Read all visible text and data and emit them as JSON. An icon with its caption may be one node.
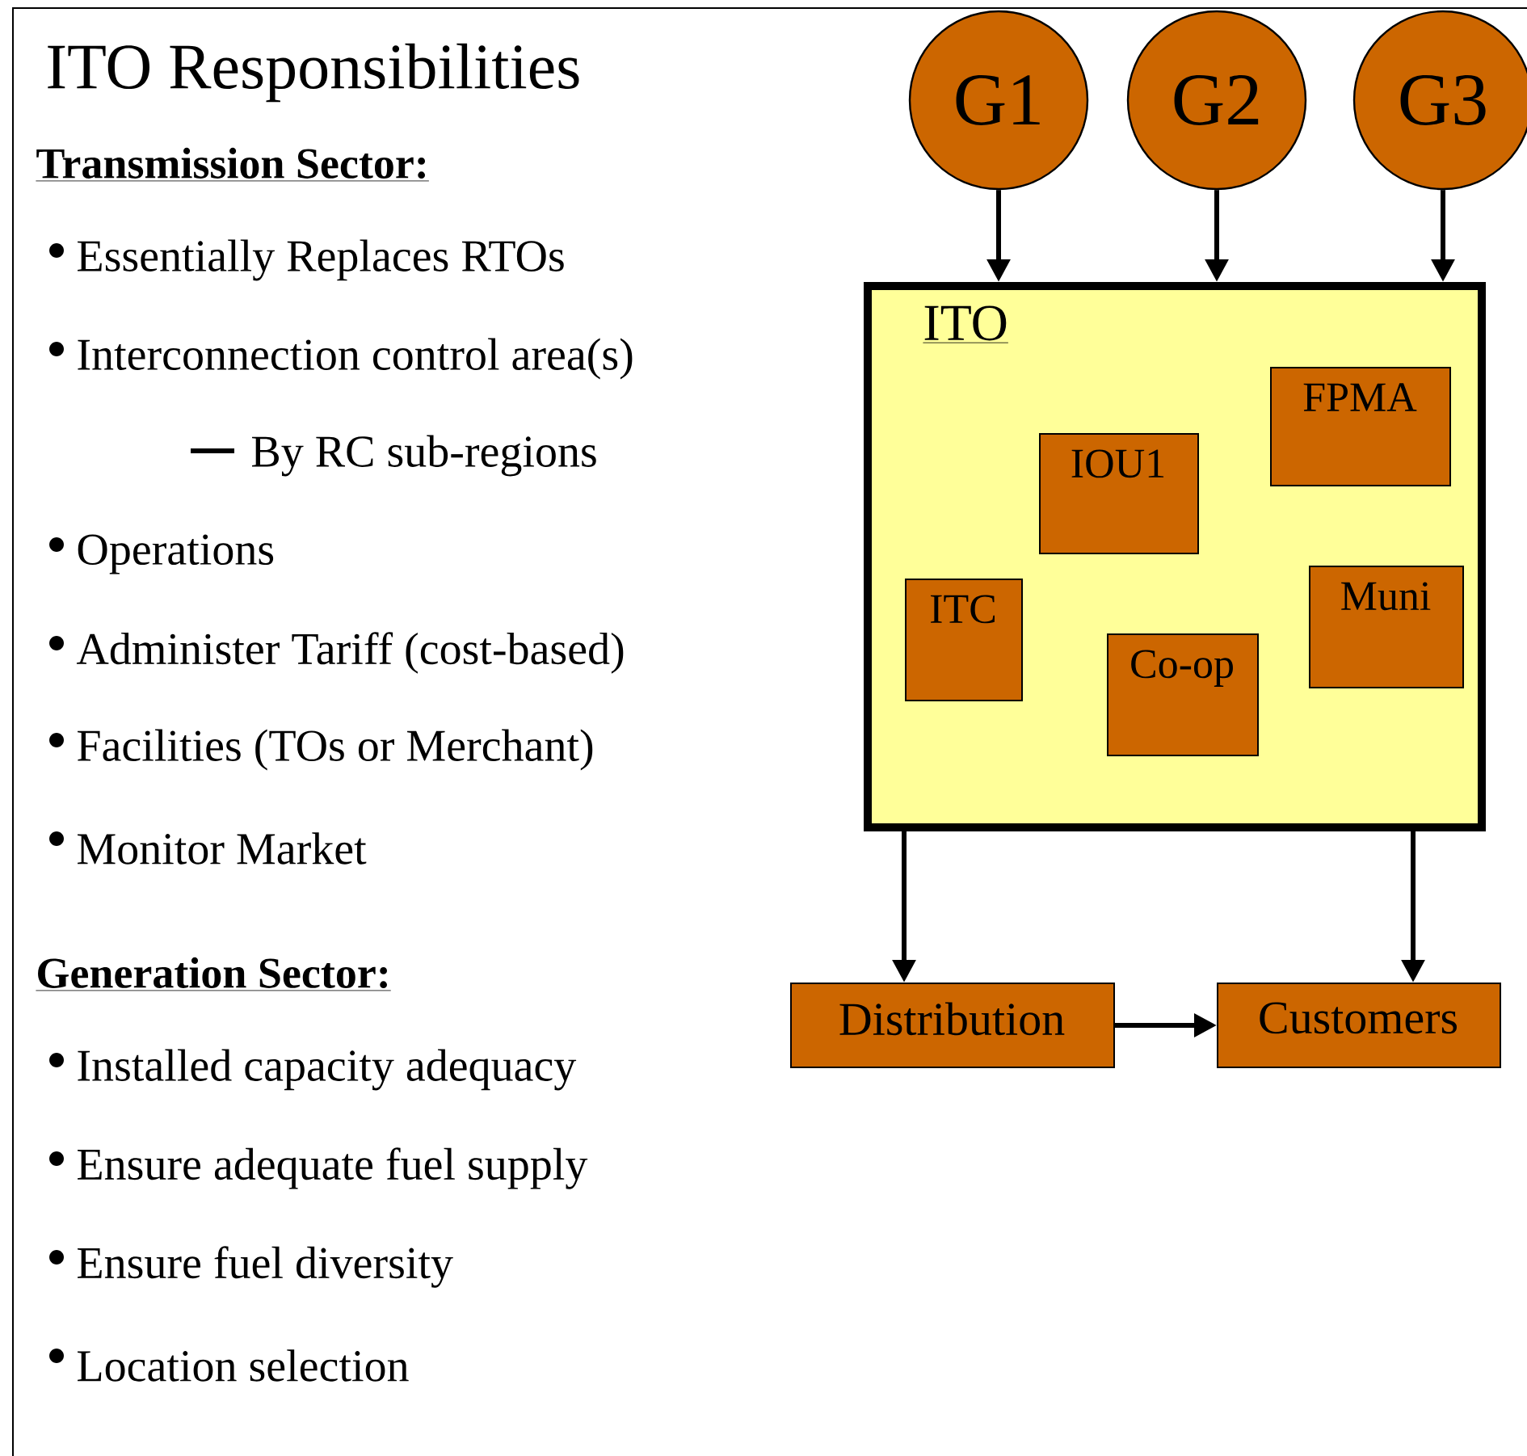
{
  "diagram": {
    "title": "ITO Responsibilities",
    "nodes": [
      {
        "text": [
          "G1"
        ]
      },
      {
        "text": [
          "G2"
        ]
      },
      {
        "text": [
          "G3"
        ]
      },
      {
        "text": [
          "ITO"
        ]
      },
      {
        "text": [
          "IOU1"
        ],
        "in": 3
      },
      {
        "text": [
          "FPMA"
        ],
        "in": 3
      },
      {
        "text": [
          "ITC"
        ],
        "in": 3
      },
      {
        "text": [
          "Muni"
        ],
        "in": 3
      },
      {
        "text": [
          "Co-op"
        ],
        "in": 3
      },
      {
        "text": [
          "Distribution"
        ]
      },
      {
        "text": [
          "Customers"
        ]
      }
    ],
    "edges": [
      {
        "from": 0,
        "to": 3,
        "arrow": "to"
      },
      {
        "from": 1,
        "to": 3,
        "arrow": "to"
      },
      {
        "from": 2,
        "to": 3,
        "arrow": "to"
      },
      {
        "from": 3,
        "to": 9,
        "arrow": "to"
      },
      {
        "from": 3,
        "to": 10,
        "arrow": "to"
      },
      {
        "from": 9,
        "to": 10,
        "arrow": "to"
      }
    ],
    "labels": [
      "Transmission Sector:",
      "Essentially Replaces RTOs",
      "Interconnection control area(s)",
      "By RC sub-regions",
      "Operations",
      "Administer Tariff (cost-based)",
      "Facilities (TOs or Merchant)",
      "Monitor Market",
      "Generation Sector:",
      "Installed capacity adequacy",
      "Ensure adequate fuel supply",
      "Ensure fuel diversity",
      "Location selection"
    ]
  }
}
